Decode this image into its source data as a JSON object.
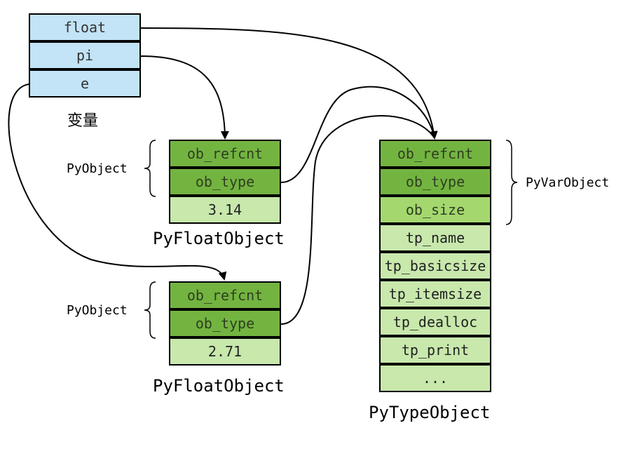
{
  "variables": {
    "items": [
      "float",
      "pi",
      "e"
    ],
    "caption": "变量"
  },
  "obj1": {
    "fields": [
      "ob_refcnt",
      "ob_type",
      "3.14"
    ],
    "bracket_label": "PyObject",
    "title": "PyFloatObject"
  },
  "obj2": {
    "fields": [
      "ob_refcnt",
      "ob_type",
      "2.71"
    ],
    "bracket_label": "PyObject",
    "title": "PyFloatObject"
  },
  "type_obj": {
    "fields": [
      "ob_refcnt",
      "ob_type",
      "ob_size",
      "tp_name",
      "tp_basicsize",
      "tp_itemsize",
      "tp_dealloc",
      "tp_print",
      "..."
    ],
    "bracket_label": "PyVarObject",
    "title": "PyTypeObject"
  }
}
